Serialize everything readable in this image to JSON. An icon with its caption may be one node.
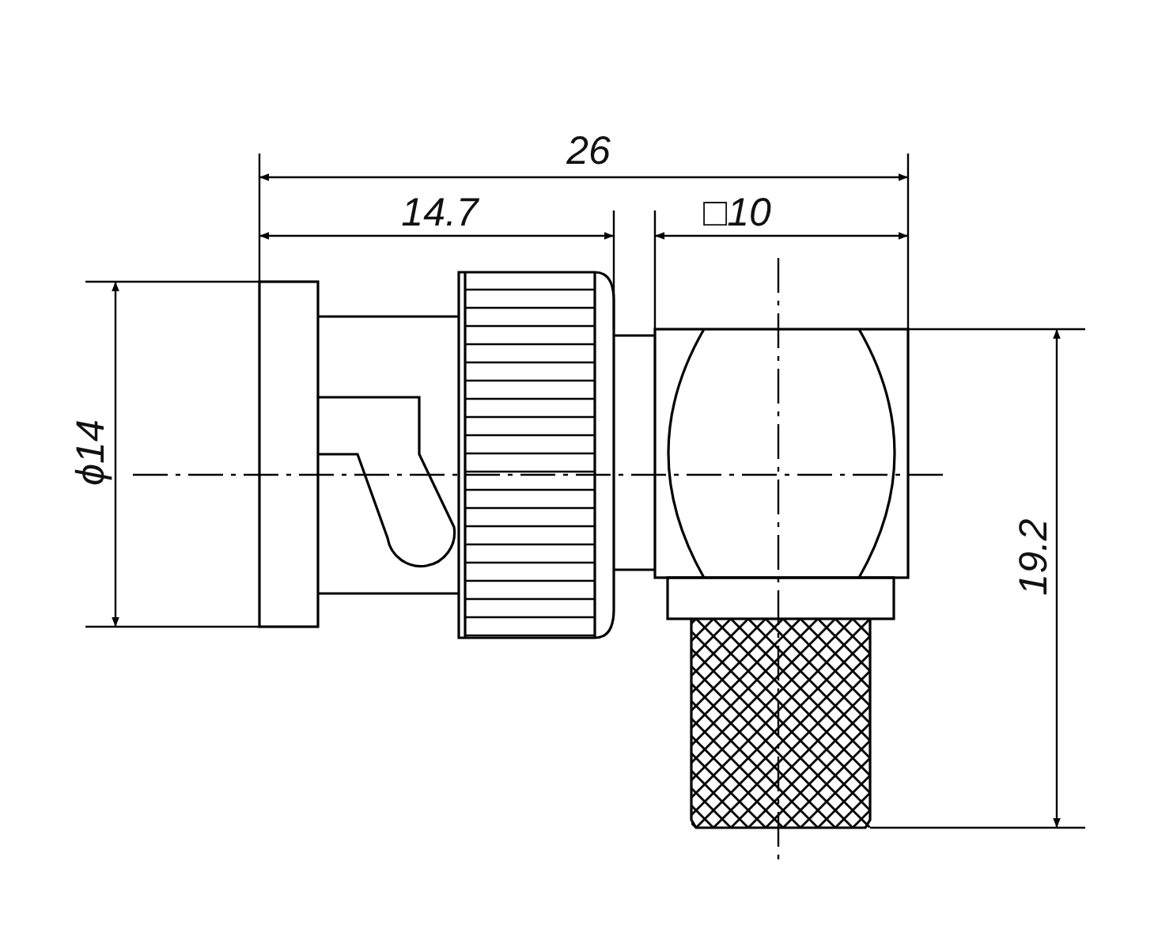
{
  "diagram": {
    "labels": [
      "26",
      "14.7",
      "□10",
      "ϕ14",
      "19.2"
    ]
  }
}
